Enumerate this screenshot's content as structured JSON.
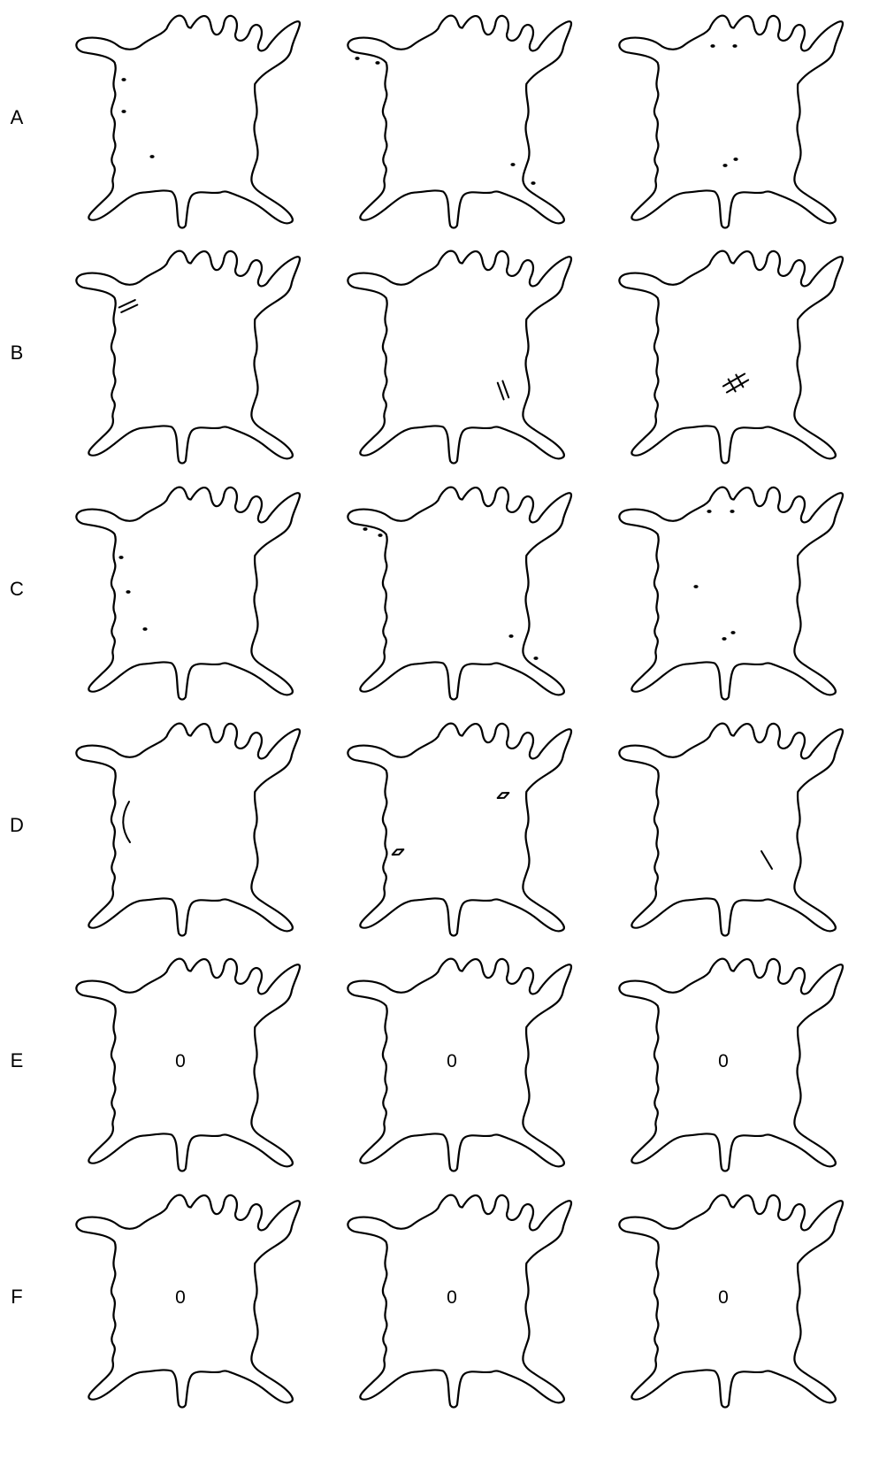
{
  "rows": [
    {
      "label": "A",
      "panels": [
        {
          "marks": [
            "dot",
            "dot",
            "dot"
          ]
        },
        {
          "marks": [
            "dot",
            "dot",
            "dot",
            "dot"
          ]
        },
        {
          "marks": [
            "dot",
            "dot",
            "dot",
            "dot"
          ]
        }
      ]
    },
    {
      "label": "B",
      "panels": [
        {
          "marks": [
            "double-line"
          ]
        },
        {
          "marks": [
            "double-line"
          ]
        },
        {
          "marks": [
            "ladder"
          ]
        }
      ]
    },
    {
      "label": "C",
      "panels": [
        {
          "marks": [
            "dot",
            "dot",
            "dot"
          ]
        },
        {
          "marks": [
            "dot",
            "dot",
            "dot",
            "dot"
          ]
        },
        {
          "marks": [
            "dot",
            "dot",
            "dot",
            "dot",
            "dot"
          ]
        }
      ]
    },
    {
      "label": "D",
      "panels": [
        {
          "marks": [
            "arc"
          ]
        },
        {
          "marks": [
            "diamond",
            "diamond"
          ]
        },
        {
          "marks": [
            "line"
          ]
        }
      ]
    },
    {
      "label": "E",
      "panels": [
        {
          "value": "0",
          "marks": []
        },
        {
          "value": "0",
          "marks": []
        },
        {
          "value": "0",
          "marks": []
        }
      ]
    },
    {
      "label": "F",
      "panels": [
        {
          "value": "0",
          "marks": []
        },
        {
          "value": "0",
          "marks": []
        },
        {
          "value": "0",
          "marks": []
        }
      ]
    }
  ],
  "colors": {
    "stroke": "#000000",
    "background": "#ffffff"
  }
}
